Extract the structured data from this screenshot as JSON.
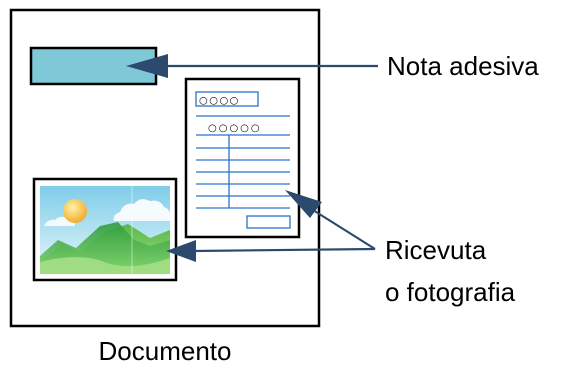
{
  "labels": {
    "sticky_note": "Nota adesiva",
    "receipt_or_photo_line1": "Ricevuta",
    "receipt_or_photo_line2": "o fotografia",
    "document": "Documento"
  },
  "receipt": {
    "field_small": "○○○○",
    "field_large": "○○○○○"
  },
  "colors": {
    "outline": "#000000",
    "sticky_note_fill": "#7ec8d8",
    "arrow": "#2c4a6e",
    "receipt_lines": "#2a73c9",
    "sky": "#bfe6f5",
    "sun": "#f5b63a",
    "mountain": "#37a84a"
  }
}
